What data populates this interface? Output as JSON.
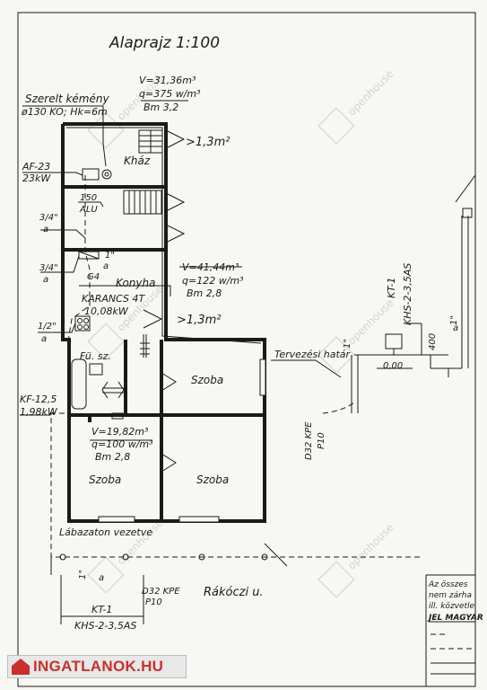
{
  "title": "Alaprajz 1:100",
  "chimney": {
    "label": "Szerelt kémény",
    "spec": "ø130 KO; Hk=6m"
  },
  "boiler": {
    "code": "AF-23",
    "power": "23kW"
  },
  "tank": {
    "volume": "150",
    "unit": "ALU"
  },
  "pipes": {
    "p34a": "3/4\"",
    "a": "a",
    "p1": "1\"",
    "p12": "1/2\""
  },
  "kitchen": {
    "g4": "G4",
    "stove_name": "KARANCS 4T",
    "stove_power": "10,08kW",
    "volume": "V=41,44m³",
    "q": "q=122 w/m³",
    "bm": "Bm 2,8"
  },
  "hall": {
    "volume": "V=31,36m³",
    "q": "q=375 w/m³",
    "bm": "Bm 3,2"
  },
  "room": {
    "volume": "V=19,82m³",
    "q": "q=100 w/m³",
    "bm": "Bm 2,8"
  },
  "vent_1": ">1,3m²",
  "vent_2": ">1,3m²",
  "convector": {
    "code": "KF-12,5",
    "power": "1,98kW"
  },
  "rooms": [
    "Kház",
    "Konyha",
    "Fü. sz.",
    "Szoba",
    "Szoba",
    "Szoba"
  ],
  "plan_boundary": "Tervezési határ",
  "pipe_note": "Lábazaton vezetve",
  "pipe_spec_1": "D32 KPE\nP10",
  "pipe_spec_2": "D32 KPE",
  "pipe_spec_3": "P10",
  "street": "Rákóczi u.",
  "meter": {
    "code": "KT-1",
    "model": "KHS-2-3,5AS"
  },
  "dim_400": "400",
  "dim_000": "0,00",
  "legend_lines": [
    "Az összes",
    "nem zárha",
    "ill. közvetle",
    "JEL MAGYAR"
  ],
  "watermark": "openhouse",
  "logo": "INGATLANOK.HU"
}
